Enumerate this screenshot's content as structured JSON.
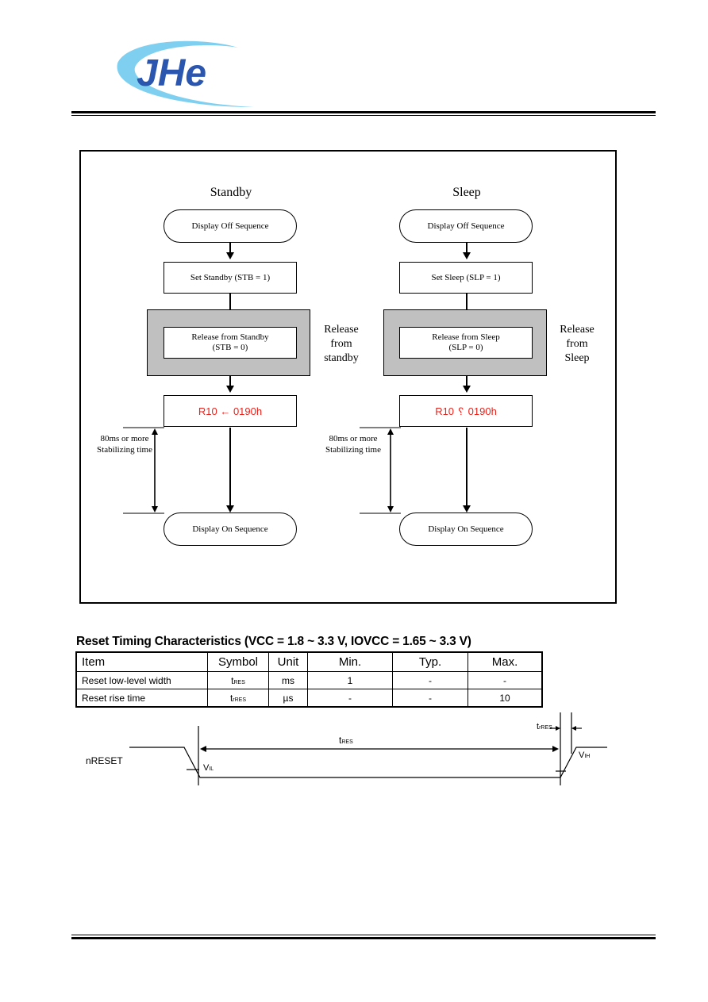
{
  "logo": {
    "text": "JHe"
  },
  "flowchart": {
    "standby": {
      "title": "Standby",
      "step1": "Display Off Sequence",
      "step2": "Set Standby (STB = 1)",
      "release_box": "Release from Standby (STB = 0)",
      "release_label": "Release from standby",
      "register": "R10 ← 0190h",
      "stabilize": "80ms or more Stabilizing time",
      "final": "Display On Sequence"
    },
    "sleep": {
      "title": "Sleep",
      "step1": "Display Off Sequence",
      "step2": "Set Sleep (SLP = 1)",
      "release_box": "Release from Sleep (SLP = 0)",
      "release_label": "Release from Sleep",
      "register": "R10 ␦ 0190h",
      "stabilize": "80ms or more Stabilizing time",
      "final": "Display On Sequence"
    }
  },
  "reset_table": {
    "title": "Reset Timing Characteristics (VCC = 1.8 ~ 3.3 V, IOVCC = 1.65 ~ 3.3 V)",
    "headers": [
      "Item",
      "Symbol",
      "Unit",
      "Min.",
      "Typ.",
      "Max."
    ],
    "rows": [
      {
        "item": "Reset low-level width",
        "symbol_main": "t",
        "symbol_sub": "RES",
        "unit": "ms",
        "min": "1",
        "typ": "-",
        "max": "-"
      },
      {
        "item": "Reset rise time",
        "symbol_main": "t",
        "symbol_sub": "rRES",
        "unit": "µs",
        "min": "-",
        "typ": "-",
        "max": "10"
      }
    ]
  },
  "waveform": {
    "signal": "nRESET",
    "tres": "t",
    "tres_sub": "RES",
    "trres": "t",
    "trres_sub": "rRES",
    "vil": "V",
    "vil_sub": "IL",
    "vih": "V",
    "vih_sub": "IH"
  }
}
